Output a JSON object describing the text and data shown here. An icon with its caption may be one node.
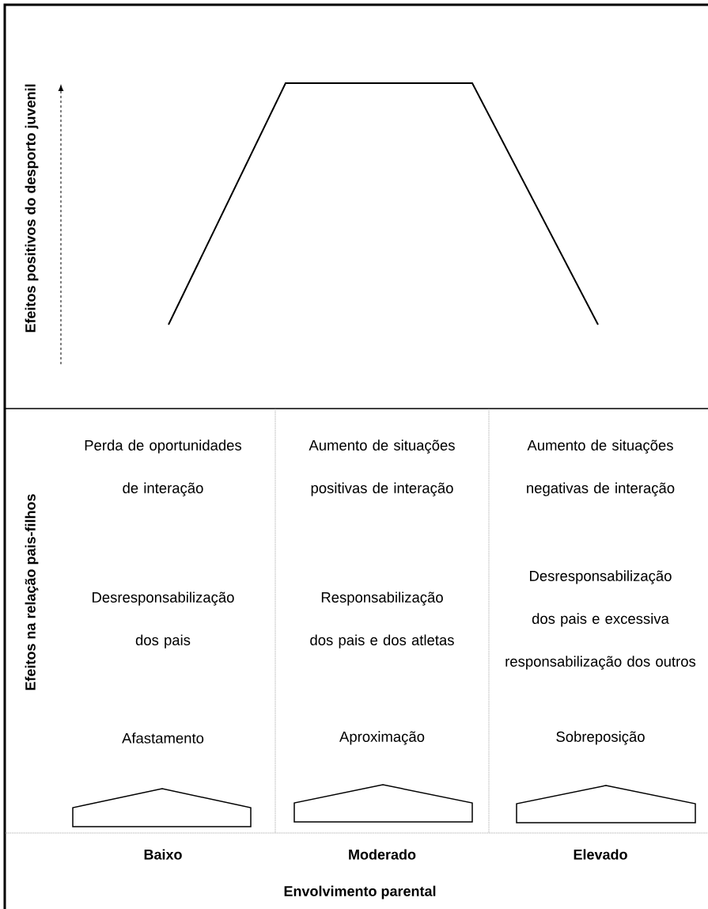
{
  "diagram": {
    "nodes": [
      {
        "text": [],
        "shape": "house"
      },
      {
        "text": [],
        "shape": "house"
      },
      {
        "text": [],
        "shape": "house"
      }
    ],
    "labels": [
      "Efeitos positivos do desporto juvenil",
      "Efeitos na relação pais-filhos",
      "Perda de oportunidades de interação",
      "Aumento de situações positivas de interação",
      "Aumento de situações negativas de interação",
      "Desresponsabilização dos pais",
      "Responsabilização dos pais e dos atletas",
      "Desresponsabilização dos pais e excessiva responsabilização dos outros",
      "Afastamento",
      "Aproximação",
      "Sobreposição",
      "Baixo",
      "Moderado",
      "Elevado",
      "Envolvimento parental"
    ]
  }
}
